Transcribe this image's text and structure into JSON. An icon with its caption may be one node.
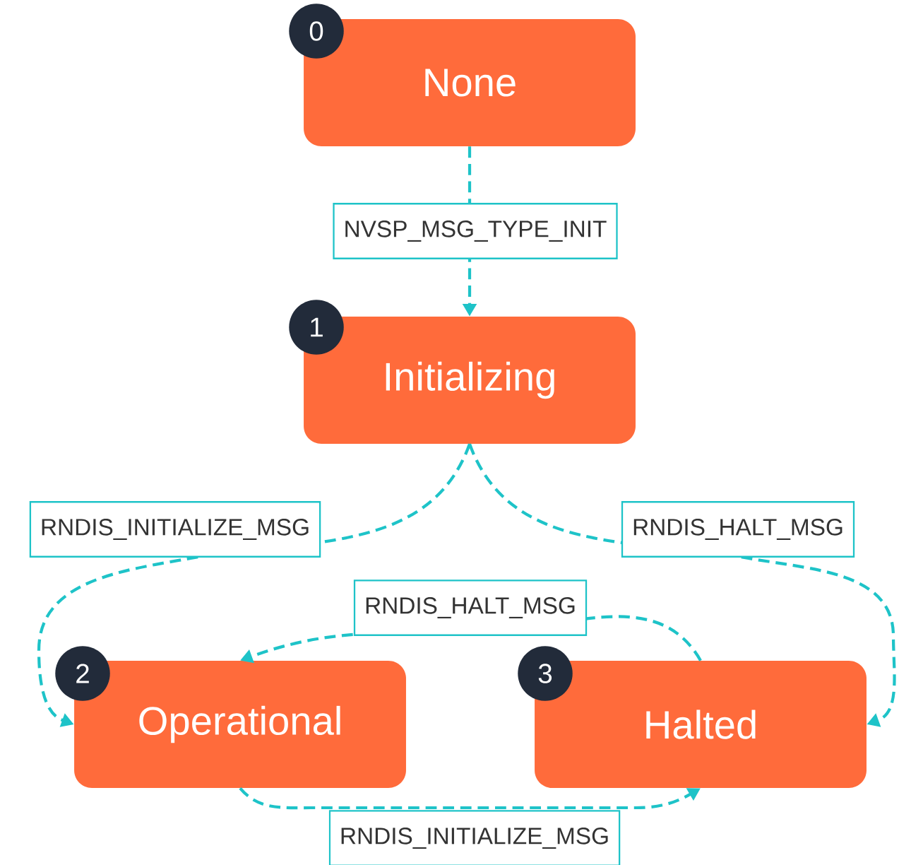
{
  "diagram": {
    "nodes": [
      {
        "text": [
          "0",
          "None"
        ]
      },
      {
        "text": [
          "1",
          "Initializing"
        ]
      },
      {
        "text": [
          "2",
          "Operational"
        ]
      },
      {
        "text": [
          "3",
          "Halted"
        ]
      }
    ],
    "edges": [
      {
        "from": 0,
        "to": 1,
        "arrow": "to",
        "style": "dashed",
        "label": "NVSP_MSG_TYPE_INIT"
      },
      {
        "from": 1,
        "to": 2,
        "arrow": "to",
        "style": "dashed",
        "label": "RNDIS_INITIALIZE_MSG"
      },
      {
        "from": 1,
        "to": 3,
        "arrow": "to",
        "style": "dashed",
        "label": "RNDIS_HALT_MSG"
      },
      {
        "from": 3,
        "to": 2,
        "arrow": "to",
        "style": "dashed",
        "label": "RNDIS_HALT_MSG"
      },
      {
        "from": 2,
        "to": 3,
        "arrow": "to",
        "style": "dashed",
        "label": "RNDIS_INITIALIZE_MSG"
      }
    ]
  }
}
